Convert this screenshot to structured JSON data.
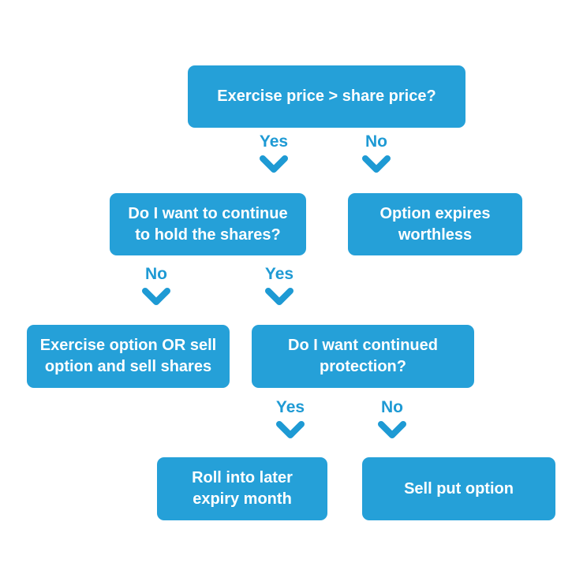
{
  "colors": {
    "box_fill": "#25A0D8",
    "box_text": "#FFFFFF",
    "edge_label": "#1E9AD4",
    "background": "#FFFFFF"
  },
  "flowchart": {
    "nodes": [
      {
        "id": "q-exercise-price",
        "type": "decision",
        "label": "Exercise price > share price?"
      },
      {
        "id": "q-continue-hold",
        "type": "decision",
        "label": "Do I want to continue to hold the shares?"
      },
      {
        "id": "outcome-expires-worthless",
        "type": "outcome",
        "label": "Option expires worthless"
      },
      {
        "id": "outcome-exercise-or-sell",
        "type": "outcome",
        "label": "Exercise option OR sell option and sell shares"
      },
      {
        "id": "q-continued-protection",
        "type": "decision",
        "label": "Do I want continued protection?"
      },
      {
        "id": "outcome-roll-later",
        "type": "outcome",
        "label": "Roll into later expiry month"
      },
      {
        "id": "outcome-sell-put",
        "type": "outcome",
        "label": "Sell put option"
      }
    ],
    "edges": [
      {
        "from": "q-exercise-price",
        "to": "q-continue-hold",
        "label": "Yes"
      },
      {
        "from": "q-exercise-price",
        "to": "outcome-expires-worthless",
        "label": "No"
      },
      {
        "from": "q-continue-hold",
        "to": "outcome-exercise-or-sell",
        "label": "No"
      },
      {
        "from": "q-continue-hold",
        "to": "q-continued-protection",
        "label": "Yes"
      },
      {
        "from": "q-continued-protection",
        "to": "outcome-roll-later",
        "label": "Yes"
      },
      {
        "from": "q-continued-protection",
        "to": "outcome-sell-put",
        "label": "No"
      }
    ]
  }
}
